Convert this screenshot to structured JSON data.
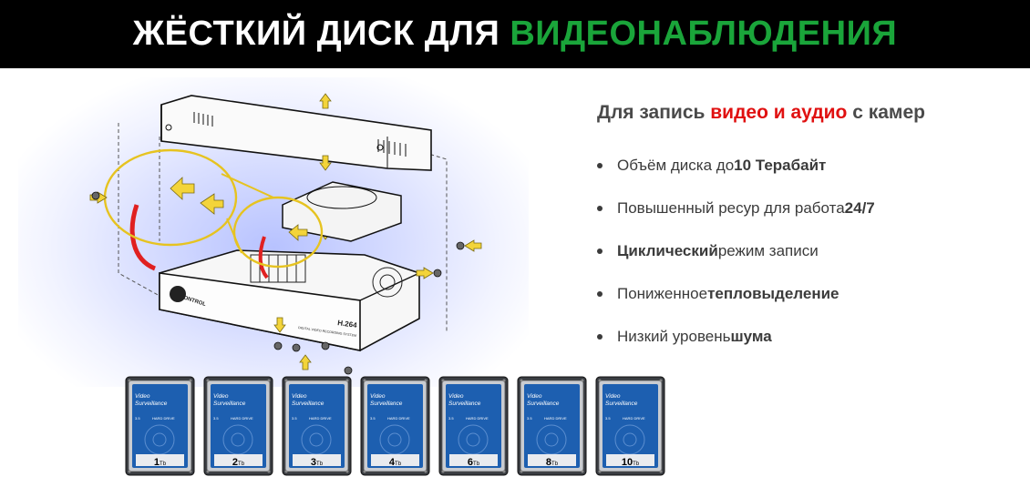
{
  "banner": {
    "title_prefix": "ЖЁСТКИЙ ДИСК ДЛЯ ",
    "title_accent": "ВИДЕОНАБЛЮДЕНИЯ"
  },
  "illustration": {
    "brand": "CONTROL",
    "model": "H.264",
    "caption": "DIGITAL VIDEO RECORDING SYSTEM"
  },
  "info": {
    "heading_prefix": "Для запись ",
    "heading_accent": "видео и аудио",
    "heading_suffix": " с камер",
    "features": [
      {
        "pre": "Объём диска до ",
        "bold": "10 Терабайт",
        "post": ""
      },
      {
        "pre": "Повышенный ресур для работа ",
        "bold": "24/7",
        "post": ""
      },
      {
        "pre": "",
        "bold": "Циклический",
        "post": " режим записи"
      },
      {
        "pre": "Пониженное ",
        "bold": "тепловыделение",
        "post": ""
      },
      {
        "pre": "Низкий уровень ",
        "bold": "шума",
        "post": ""
      }
    ]
  },
  "drives": {
    "line1": "Video",
    "line2": "Surveillance",
    "size_text": "3.5",
    "type_text": "HARD DRIVE",
    "items": [
      {
        "capacity": "1",
        "unit": "Tb"
      },
      {
        "capacity": "2",
        "unit": "Tb"
      },
      {
        "capacity": "3",
        "unit": "Tb"
      },
      {
        "capacity": "4",
        "unit": "Tb"
      },
      {
        "capacity": "6",
        "unit": "Tb"
      },
      {
        "capacity": "8",
        "unit": "Tb"
      },
      {
        "capacity": "10",
        "unit": "Tb"
      }
    ]
  },
  "colors": {
    "banner_bg": "#000000",
    "accent_green": "#1aa53a",
    "accent_red": "#e01010",
    "text_gray": "#3b3b3b",
    "drive_blue": "#1d5fb0"
  }
}
